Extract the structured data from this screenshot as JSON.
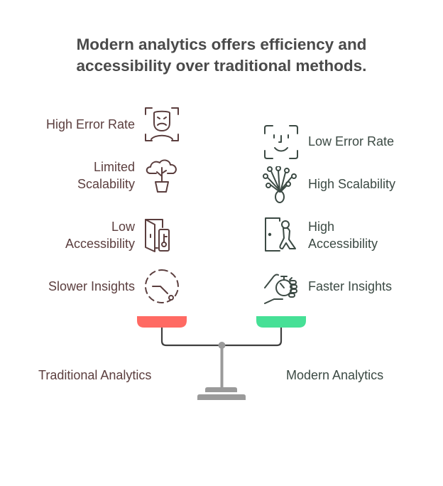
{
  "title": {
    "line1": "Modern analytics offers efficiency and",
    "line2": "accessibility over traditional methods."
  },
  "colors": {
    "left_text": "#5b3e3e",
    "right_text": "#3c4a44",
    "title_text": "#4a4a4a",
    "left_pan": "#ff6a63",
    "right_pan": "#46e096",
    "beam": "#3f3f3f",
    "stand": "#9a9a9a"
  },
  "traditional": {
    "label": "Traditional Analytics",
    "items": [
      {
        "line1": "High Error Rate",
        "line2": "",
        "icon": "frowning-face-scan-icon"
      },
      {
        "line1": "Limited",
        "line2": "Scalability",
        "icon": "potted-tree-icon"
      },
      {
        "line1": "Low",
        "line2": "Accessibility",
        "icon": "door-with-key-icon"
      },
      {
        "line1": "Slower Insights",
        "line2": "",
        "icon": "dashed-clock-icon"
      }
    ]
  },
  "modern": {
    "label": "Modern Analytics",
    "items": [
      {
        "line1": "Low Error Rate",
        "line2": "",
        "icon": "smiling-face-scan-icon"
      },
      {
        "line1": "High Scalability",
        "line2": "",
        "icon": "branching-network-icon"
      },
      {
        "line1": "High",
        "line2": "Accessibility",
        "icon": "person-entering-door-icon"
      },
      {
        "line1": "Faster Insights",
        "line2": "",
        "icon": "hand-holding-stopwatch-icon"
      }
    ]
  }
}
